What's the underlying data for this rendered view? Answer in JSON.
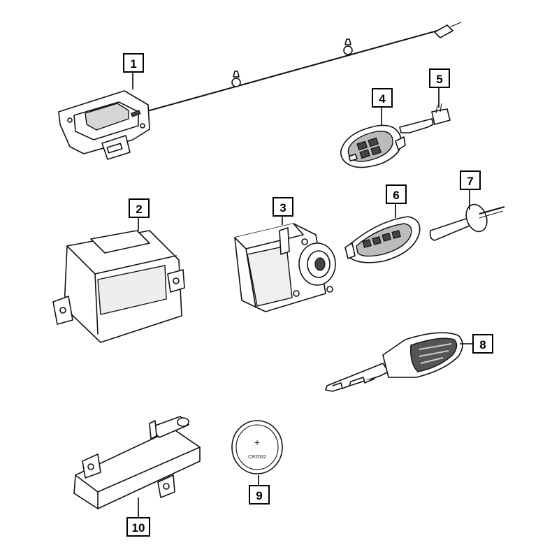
{
  "diagram": {
    "callouts": [
      {
        "id": "1",
        "label": "1"
      },
      {
        "id": "2",
        "label": "2"
      },
      {
        "id": "3",
        "label": "3"
      },
      {
        "id": "4",
        "label": "4"
      },
      {
        "id": "5",
        "label": "5"
      },
      {
        "id": "6",
        "label": "6"
      },
      {
        "id": "7",
        "label": "7"
      },
      {
        "id": "8",
        "label": "8"
      },
      {
        "id": "9",
        "label": "9"
      },
      {
        "id": "10",
        "label": "10"
      }
    ],
    "battery_label": "CR2032",
    "battery_symbol": "+"
  }
}
